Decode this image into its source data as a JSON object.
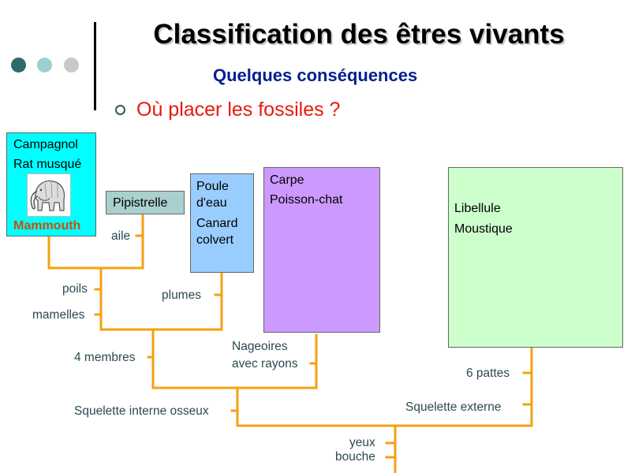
{
  "header": {
    "title": "Classification des êtres vivants",
    "subtitle": "Quelques conséquences",
    "question": "Où placer les fossiles ?",
    "dot_colors": [
      "#2f6b6b",
      "#9dcfd2",
      "#c8c8c8"
    ]
  },
  "groups": {
    "campagnol": {
      "line1": "Campagnol",
      "line2": "Rat musqué",
      "fossil": "Mammouth",
      "fossil_image": "mammoth-drawing",
      "color": "#00ffff",
      "fossil_color": "#d24b06"
    },
    "pipistrelle": {
      "line1": "Pipistrelle",
      "color": "#a9cfcf"
    },
    "poule": {
      "line1": "Poule",
      "line2": "d'eau",
      "line3": "Canard",
      "line4": "colvert",
      "color": "#99ccff"
    },
    "carpe": {
      "line1": "Carpe",
      "line2": "Poisson-chat",
      "color": "#cc99ff"
    },
    "libellule": {
      "line1": "Libellule",
      "line2": "Moustique",
      "color": "#ccffcc"
    }
  },
  "characters": {
    "aile": "aile",
    "poils": "poils",
    "mamelles": "mamelles",
    "plumes": "plumes",
    "membres": "4 membres",
    "nageoires1": "Nageoires",
    "nageoires2": "avec rayons",
    "squelette_interne": "Squelette interne osseux",
    "six_pattes": "6 pattes",
    "squelette_externe": "Squelette externe",
    "yeux": "yeux",
    "bouche": "bouche"
  },
  "line_color": "#f5a011"
}
